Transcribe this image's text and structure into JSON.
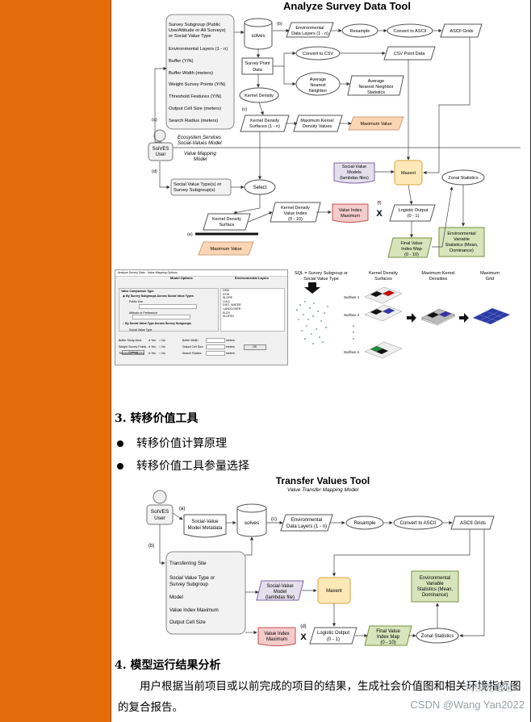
{
  "fig1": {
    "title": "Analyze Survey Data Tool",
    "inputs": [
      "Survey Subgroup (Public",
      "Use/Attitude or All Surveys)",
      "or Social Value Type",
      "Environmental Layers (1 - n)",
      "Buffer (Y/N)",
      "Buffer Width (meters)",
      "Weight Survey Points (Y/N)",
      "Threshold Features (Y/N)",
      "Output Cell Size (meters)",
      "Search Radius (meters)"
    ],
    "solves": "solves",
    "env_layers": [
      "Environmental",
      "Data Layers (1 - n)"
    ],
    "resample": "Resample",
    "convert_ascii": "Convert to ASCII",
    "ascii_grids": "ASCII Grids",
    "survey_point_data": [
      "Survey Point",
      "Data"
    ],
    "convert_csv": "Convert to CSV",
    "csv_point_data": "CSV Point Data",
    "avg_nn": [
      "Average",
      "Nearest",
      "Neighbor"
    ],
    "avg_nn_stats": [
      "Average",
      "Nearest Neighbor",
      "Statistics"
    ],
    "kernel_density": "Kernel Density",
    "kd_surfaces": [
      "Kernel Density",
      "Surfaces (1 - n)"
    ],
    "max_kd_values": [
      "Maximum Kernel",
      "Density Values"
    ],
    "max_value": "Maximum Value",
    "eco_services": [
      "Ecosystem Services",
      "Social-Values Model"
    ],
    "value_mapping": [
      "Value Mapping",
      "Model"
    ],
    "user": [
      "SolVES",
      "User"
    ],
    "social_value_type": [
      "Social Value Type(s) or",
      "Survey Subgroup(s)"
    ],
    "select": "Select",
    "sv_models": [
      "Social-Value",
      "Models",
      "(lambdas files)"
    ],
    "maxent": "Maxent",
    "zonal_stats": "Zonal Statistics",
    "kd_surface": [
      "Kernel Density",
      "Surface"
    ],
    "kd_value_index": [
      "Kernel Density",
      "Value Index",
      "(0 - 10)"
    ],
    "value_index_max": [
      "Value Index",
      "Maximum"
    ],
    "logistic_output": [
      "Logistic Output",
      "(0 - 1)"
    ],
    "final_map": [
      "Final Value",
      "Index Map",
      "(0 - 10)"
    ],
    "env_var_stats": [
      "Environmental",
      "Variable",
      "Statistics (Mean,",
      "Dominance)"
    ],
    "max_value2": "Maximum Value",
    "labels": [
      "(a)",
      "(b)",
      "(c)",
      "(d)",
      "(e)",
      "(f)",
      "X"
    ]
  },
  "fig2": {
    "dialog_title": "Analyze Survey Data - Value Mapping Options",
    "model_options": "Model Options",
    "env_layers_hdr": "Environmental Layers",
    "value_comparison": "Value Comparison Type",
    "radio1": "By Survey Subgroups Across Social Value Types",
    "public_use": "Public Use",
    "attitude": "Attitude or Preference",
    "radio2": "By Social Value Type Across Survey Subgroups",
    "social_value_type": "Social Value Type",
    "layers": [
      "DEM",
      "DTW",
      "SLOPE",
      "LULC",
      "DIST_WATER",
      "LANDCOVER",
      "ELEV",
      "SLOPE2"
    ],
    "buffer_area": "Buffer Study Area",
    "weight_points": "Weight Survey Points",
    "threshold": "Threshold Features",
    "buffer_width": "Buffer Width",
    "output_cell": "Output Cell Size",
    "search_radius": "Search Radius",
    "yes": "Yes",
    "no": "No",
    "meters": "meters",
    "ok": "OK",
    "cancel": "Cancel",
    "sql": [
      "SQL = Survey Subgroup or",
      "Social Value Type"
    ],
    "col_kd": [
      "Kernel Density",
      "Surfaces"
    ],
    "col_max": [
      "Maximum Kernel",
      "Densities"
    ],
    "col_grid": [
      "Maximum",
      "Grid"
    ],
    "surfaces": [
      "Surface 1",
      "Surface 2",
      "Surface n"
    ]
  },
  "section3": {
    "heading": "3.  转移价值工具",
    "bullets": [
      "转移价值计算原理",
      "转移价值工具参量选择"
    ]
  },
  "fig3": {
    "title": "Transfer Values Tool",
    "subtitle": "Value Transfer Mapping Model",
    "user": [
      "SolVES",
      "User"
    ],
    "metadata": [
      "Social-Value",
      "Model Metadata"
    ],
    "solves": "solves",
    "env_layers": [
      "Environmental",
      "Data Layers (1 - n)"
    ],
    "resample": "Resample",
    "convert_ascii": "Convert to ASCII",
    "ascii_grids": "ASCII Grids",
    "inputs": [
      "Transferring Site",
      "Social Value Type or",
      "Survey Subgroup",
      "Model",
      "Value Index Maximum",
      "Output Cell Size"
    ],
    "sv_model": [
      "Social-Value",
      "Model",
      "(lambdas file)"
    ],
    "maxent": "Maxent",
    "env_var_stats": [
      "Environmental",
      "Variable",
      "Statistics (Mean,",
      "Dominance)"
    ],
    "value_index_max": [
      "Value Index",
      "Maximum"
    ],
    "logistic_output": [
      "Logistic Output",
      "(0 - 1)"
    ],
    "final_map": [
      "Final Value",
      "Index Map",
      "(0 - 10)"
    ],
    "zonal_stats": "Zonal Statistics",
    "labels": [
      "(a)",
      "(b)",
      "(c)",
      "(d)",
      "X"
    ]
  },
  "section4": {
    "heading": "4.  模型运行结果分析",
    "paragraph": "用户根据当前项目或以前完成的项目的结果，生成社会价值图和相关环境指标图的复合报告。"
  },
  "watermark": {
    "csdn": "CSDN @Wang Yan2022",
    "wechat": "科研充电吧"
  }
}
